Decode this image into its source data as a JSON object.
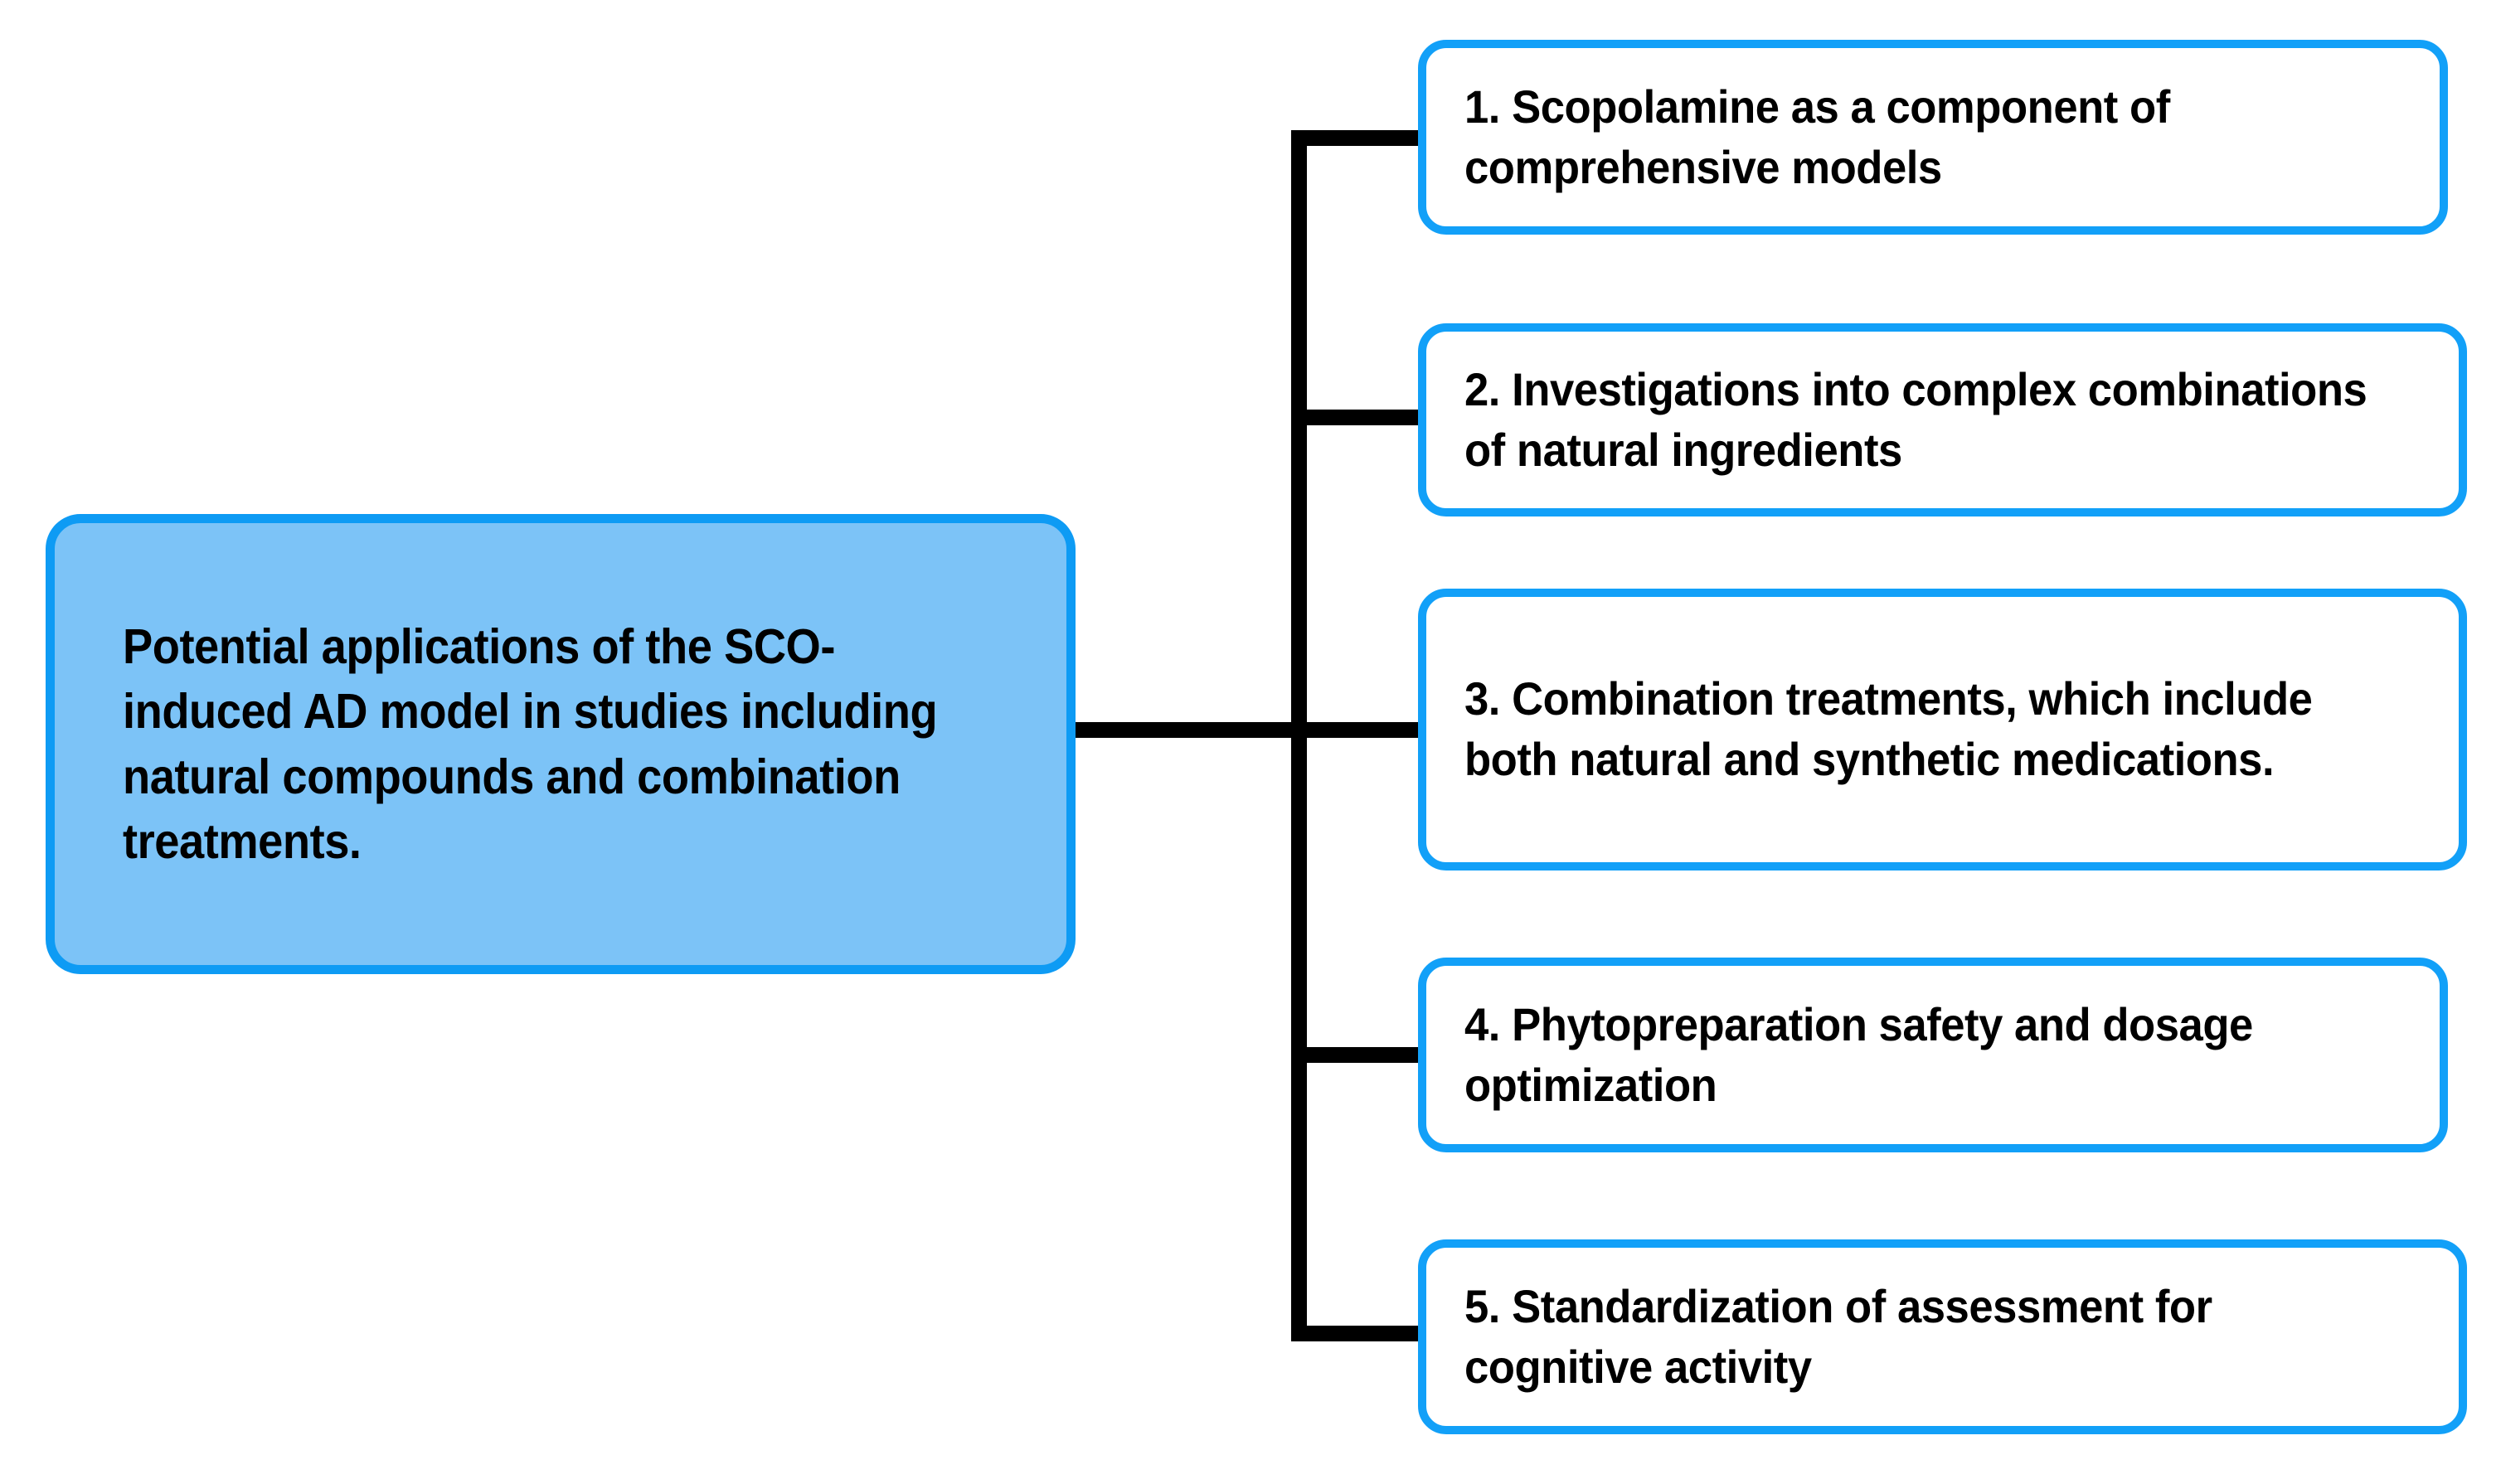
{
  "diagram": {
    "type": "horizontal-tree",
    "orientation": "left-root-right-branches",
    "colors": {
      "root_fill": "#7CC3F7",
      "root_border": "#0E9BF4",
      "leaf_fill": "#FFFFFF",
      "leaf_border": "#12A0F8",
      "connector": "#000000",
      "text": "#000000",
      "background": "#FFFFFF"
    },
    "root": {
      "id": "root-node",
      "text": "Potential applications of the SCO-induced AD model in studies including natural compounds and combination treatments."
    },
    "branches": [
      {
        "number": "1.",
        "text": "1. Scopolamine as a component of comprehensive models"
      },
      {
        "number": "2.",
        "text": "2. Investigations into complex combinations of natural ingredients"
      },
      {
        "number": "3.",
        "text": "3. Combination treatments, which include both natural and synthetic medications."
      },
      {
        "number": "4.",
        "text": "4. Phytopreparation safety and dosage optimization"
      },
      {
        "number": "5.",
        "text": "5. Standardization of assessment for cognitive activity"
      }
    ]
  }
}
